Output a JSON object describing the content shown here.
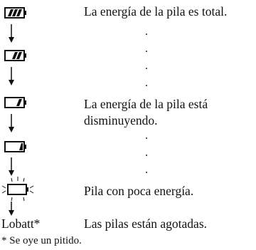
{
  "states": [
    {
      "icon": "battery-full-icon",
      "description": "La energía de la pila es total."
    },
    {
      "icon": "battery-two-thirds-icon",
      "description": ""
    },
    {
      "icon": "battery-one-third-icon",
      "description_line1": "La energía de la pila está",
      "description_line2": "disminuyendo."
    },
    {
      "icon": "battery-low-icon",
      "description": ""
    },
    {
      "icon": "battery-empty-flashing-icon",
      "description": "Pila con poca energía."
    },
    {
      "label": "Lobatt*",
      "description": "Las pilas están agotadas."
    }
  ],
  "ellipsis_dot": ".",
  "footnote": "* Se oye un pitido."
}
